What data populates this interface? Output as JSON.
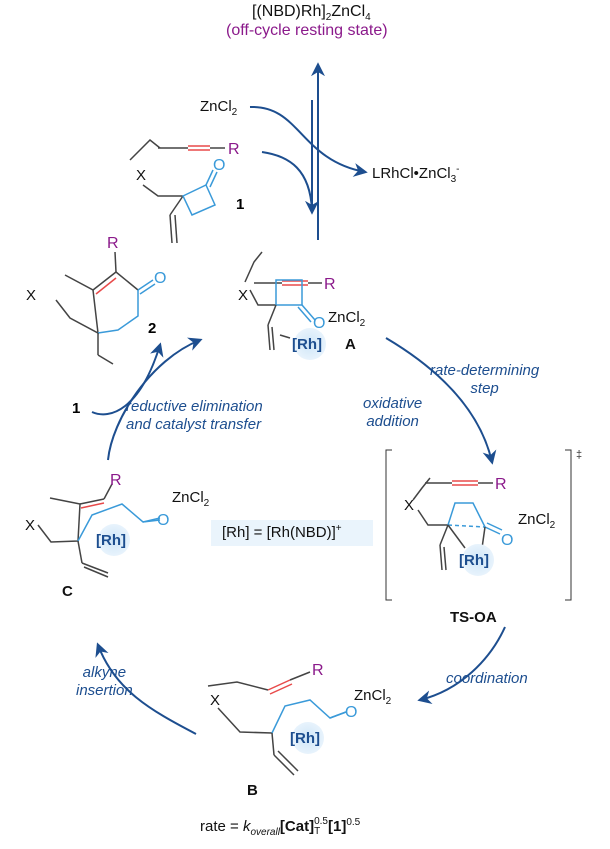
{
  "title": {
    "resting_state_formula": "[(NBD)Rh]2ZnCl4",
    "resting_state_note": "(off-cycle resting state)"
  },
  "reagents": {
    "zncl2": "ZnCl2",
    "byproduct": "LRhCl•ZnCl3-"
  },
  "compounds": {
    "substrate": "1",
    "product": "2",
    "intermediate_A": "A",
    "intermediate_B": "B",
    "intermediate_C": "C",
    "transition_state": "TS-OA",
    "substrate_reentry": "1"
  },
  "atoms": {
    "x": "X",
    "r": "R",
    "o": "O",
    "rh": "[Rh]",
    "zncl2": "ZnCl2",
    "dagger": "‡"
  },
  "steps": {
    "rate_determining": [
      "rate-determining",
      "step"
    ],
    "oxidative_addition": [
      "oxidative",
      "addition"
    ],
    "coordination": "coordination",
    "alkyne_insertion": [
      "alkyne",
      "insertion"
    ],
    "reductive_elimination": [
      "reductive elimination",
      "and catalyst transfer"
    ]
  },
  "definition": {
    "rh_def_left": "[Rh] = [Rh(NBD)]",
    "rh_def_charge": "+"
  },
  "rate_law": {
    "prefix": "rate = ",
    "k": "k",
    "k_sub": "overall",
    "cat": "[Cat]",
    "cat_sup": "0.5",
    "cat_sub": "T",
    "sub": "[1]",
    "sub_sup": "0.5"
  },
  "colors": {
    "arrow_blue": "#1d4e8f",
    "ring_blue": "#3a9ad9",
    "alkyne_red": "#e84a4a",
    "r_purple": "#8b1a8b",
    "rh_highlight": "#d6ebf9"
  }
}
